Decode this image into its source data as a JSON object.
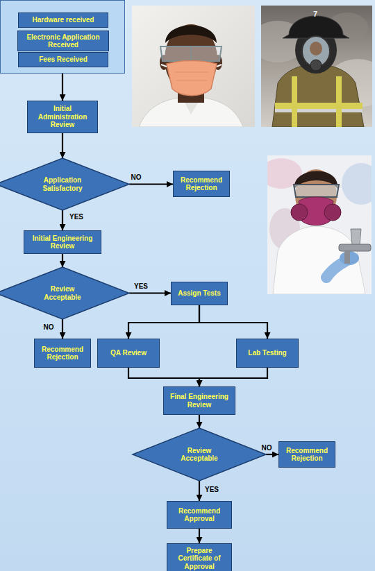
{
  "diagram": {
    "nodes": [
      {
        "text": []
      },
      {
        "text": [
          "Hardware received"
        ],
        "in": 0
      },
      {
        "text": [
          "Electronic Application Received"
        ],
        "in": 0
      },
      {
        "text": [
          "Fees Received"
        ],
        "in": 0
      },
      {
        "text": [
          "Initial Administration Review"
        ]
      },
      {
        "text": [
          "Application Satisfactory"
        ]
      },
      {
        "text": [
          "Recommend Rejection"
        ]
      },
      {
        "text": [
          "Initial Engineering Review"
        ]
      },
      {
        "text": [
          "Review Acceptable"
        ]
      },
      {
        "text": [
          "Assign Tests"
        ]
      },
      {
        "text": [
          "Recommend Rejection"
        ]
      },
      {
        "text": [
          "QA Review"
        ]
      },
      {
        "text": [
          "Lab Testing"
        ]
      },
      {
        "text": [
          "Final Engineering Review"
        ]
      },
      {
        "text": [
          "Review Acceptable"
        ]
      },
      {
        "text": [
          "Recommend Rejection"
        ]
      },
      {
        "text": [
          "Recommend Approval"
        ]
      },
      {
        "text": [
          "Prepare Certificate of Approval"
        ]
      }
    ],
    "edges": [
      {
        "from": 0,
        "to": 4,
        "arrow": "to"
      },
      {
        "from": 4,
        "to": 5,
        "arrow": "to"
      },
      {
        "from": 5,
        "to": 6,
        "arrow": "to",
        "label": "NO"
      },
      {
        "from": 5,
        "to": 7,
        "arrow": "to",
        "label": "YES"
      },
      {
        "from": 7,
        "to": 8,
        "arrow": "to"
      },
      {
        "from": 8,
        "to": 9,
        "arrow": "to",
        "label": "YES"
      },
      {
        "from": 8,
        "to": 10,
        "arrow": "to",
        "label": "NO"
      },
      {
        "from": 9,
        "to": 11,
        "arrow": "to"
      },
      {
        "from": 9,
        "to": 12,
        "arrow": "to"
      },
      {
        "from": 11,
        "to": 13,
        "arrow": "to"
      },
      {
        "from": 12,
        "to": 13,
        "arrow": "to"
      },
      {
        "from": 13,
        "to": 14,
        "arrow": "to"
      },
      {
        "from": 14,
        "to": 15,
        "arrow": "to",
        "label": "NO"
      },
      {
        "from": 14,
        "to": 16,
        "arrow": "to",
        "label": "YES"
      },
      {
        "from": 16,
        "to": 17,
        "arrow": "to"
      }
    ],
    "labels": [
      "7"
    ]
  }
}
